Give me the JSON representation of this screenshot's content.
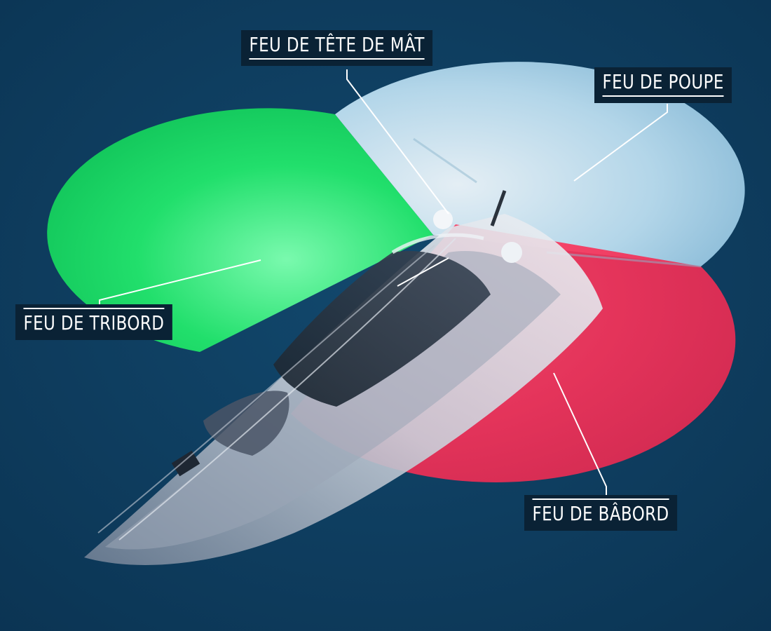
{
  "labels": {
    "masthead": "FEU DE TÊTE DE MÂT",
    "stern": "FEU DE POUPE",
    "starboard": "FEU DE TRIBORD",
    "port": "FEU DE BÂBORD"
  },
  "colors": {
    "sea": "#0d3b5c",
    "starboard": "#1fe26a",
    "port": "#ff2a50",
    "stern": "#cfeaf8",
    "label_bg": "#0a2235"
  }
}
